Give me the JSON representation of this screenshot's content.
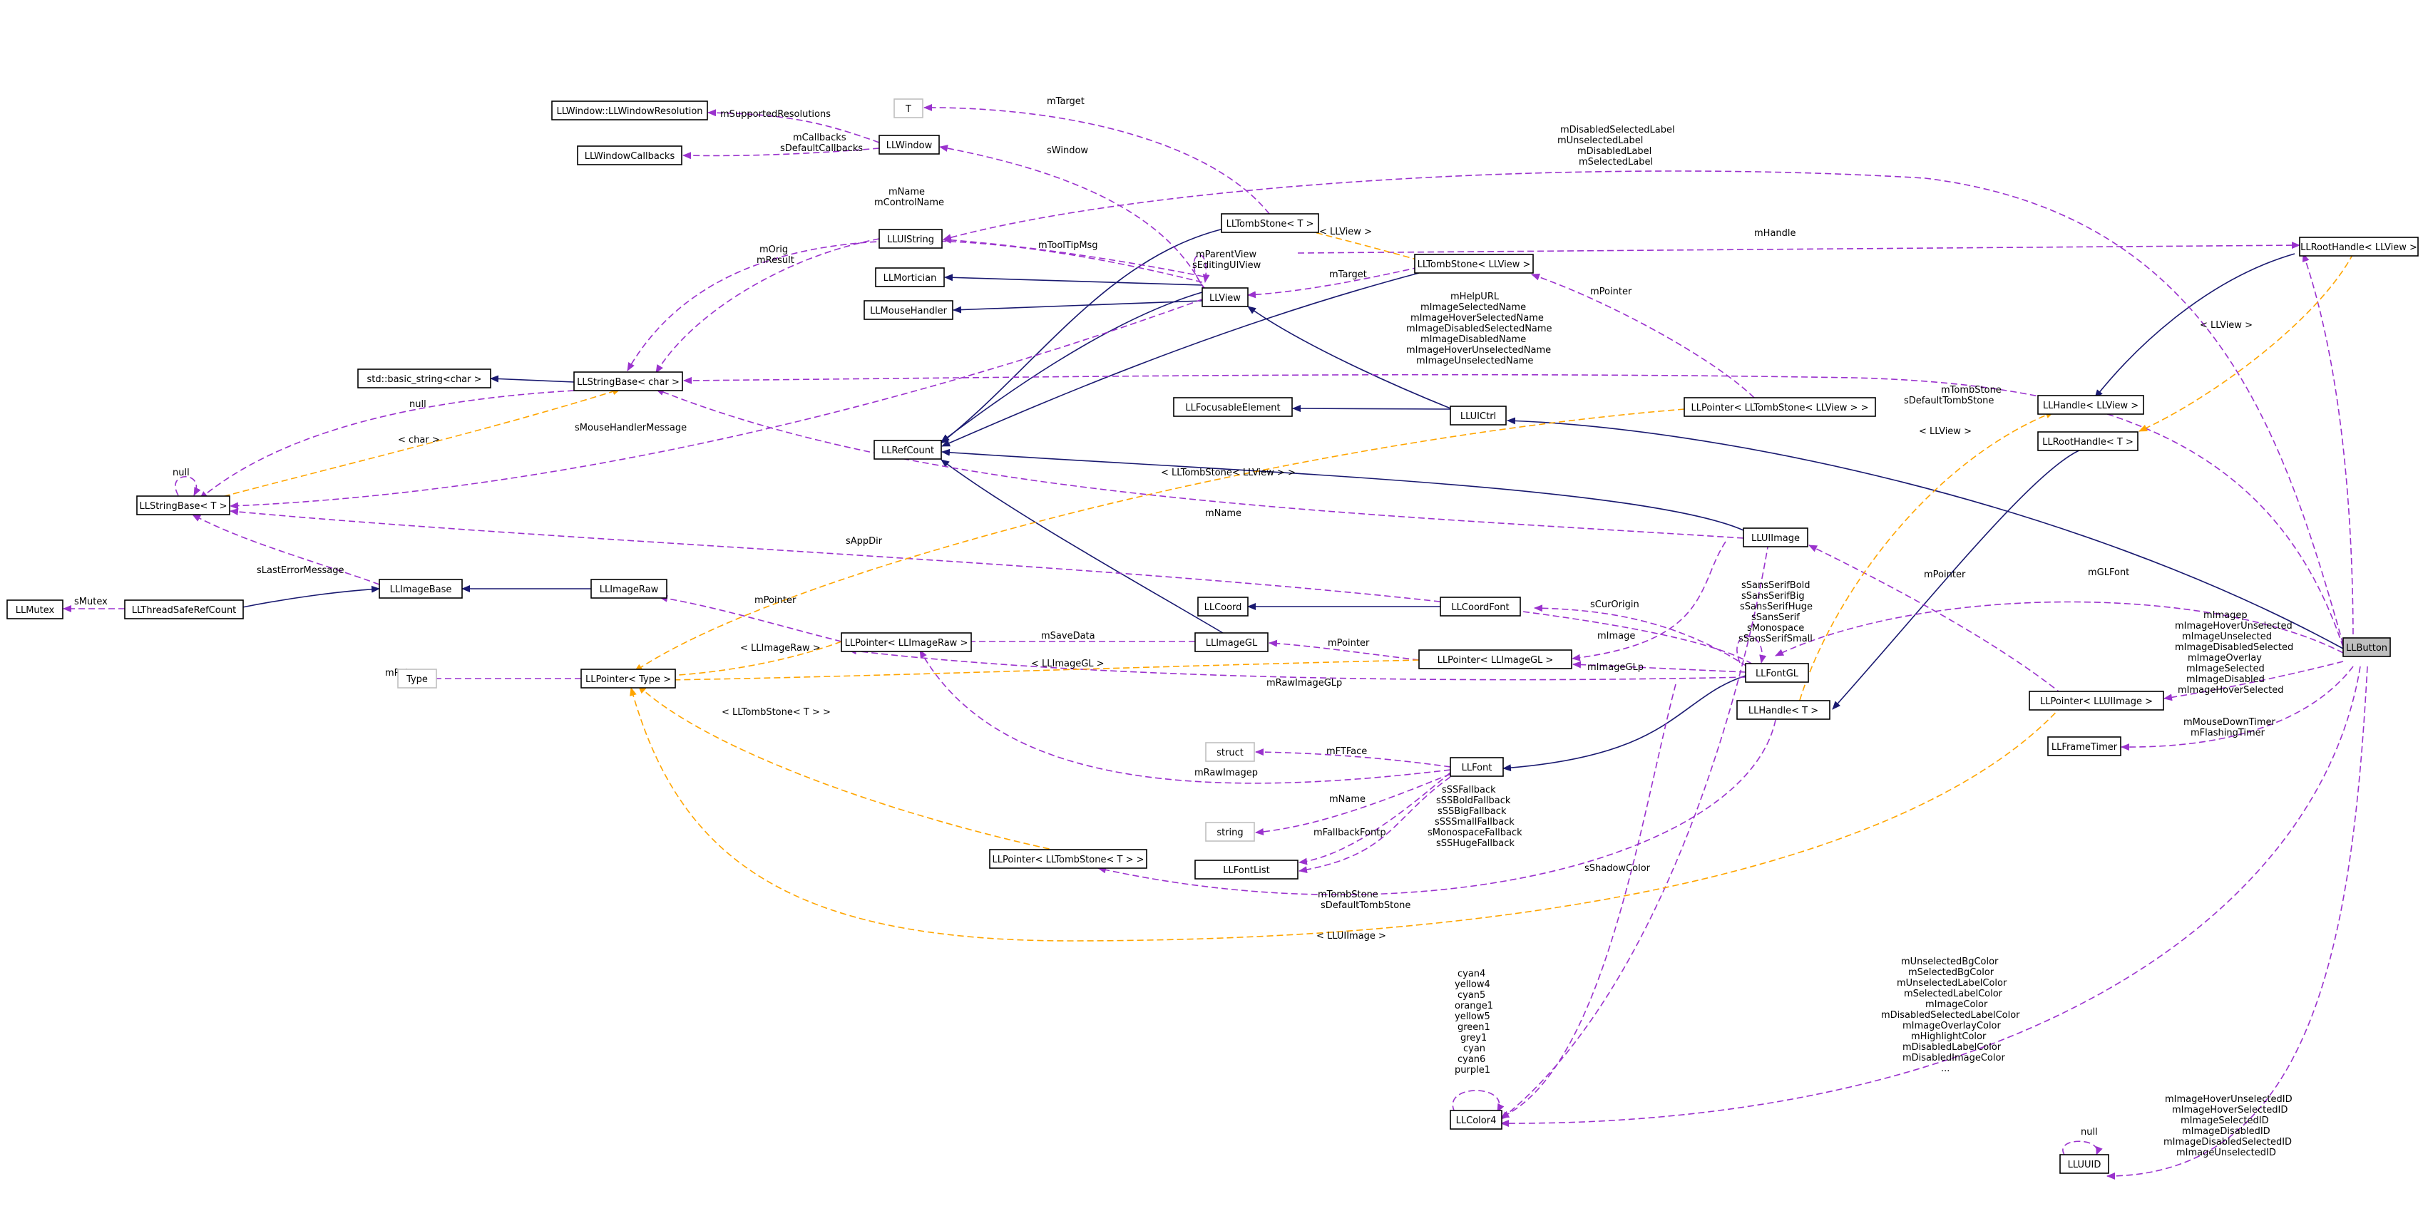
{
  "nodes": {
    "LLButton": "LLButton",
    "LLWindowResolution": "LLWindow::LLWindowResolution",
    "LLWindowCallbacks": "LLWindowCallbacks",
    "LLWindow": "LLWindow",
    "T": "T",
    "LLTombStoneT": "LLTombStone< T >",
    "LLUIString": "LLUIString",
    "LLMortician": "LLMortician",
    "LLMouseHandler": "LLMouseHandler",
    "LLView": "LLView",
    "LLTombStoneLLView": "LLTombStone< LLView >",
    "basic_string": "std::basic_string<char >",
    "LLStringBaseChar": "LLStringBase< char >",
    "LLRootHandleLLView": "LLRootHandle< LLView >",
    "LLFocusableElement": "LLFocusableElement",
    "LLUICtrl": "LLUICtrl",
    "LLPointerTombStoneLLView": "LLPointer< LLTombStone< LLView > >",
    "LLHandleLLView": "LLHandle< LLView >",
    "LLRefCount": "LLRefCount",
    "LLRootHandleT": "LLRootHandle< T >",
    "LLStringBaseT": "LLStringBase< T >",
    "LLUIImage": "LLUIImage",
    "LLMutex": "LLMutex",
    "LLThreadSafeRefCount": "LLThreadSafeRefCount",
    "LLImageBase": "LLImageBase",
    "LLImageRaw": "LLImageRaw",
    "LLCoord": "LLCoord",
    "LLCoordFont": "LLCoordFont",
    "LLPointerImageRaw": "LLPointer< LLImageRaw >",
    "LLImageGL": "LLImageGL",
    "LLPointerImageGL": "LLPointer< LLImageGL >",
    "LLFontGL": "LLFontGL",
    "Type": "Type",
    "LLPointerType": "LLPointer< Type >",
    "LLHandleT": "LLHandle< T >",
    "LLPointerUIImage": "LLPointer< LLUIImage >",
    "LLFrameTimer": "LLFrameTimer",
    "struct": "struct",
    "LLFont": "LLFont",
    "string": "string",
    "LLPointerTombStoneT": "LLPointer< LLTombStone< T > >",
    "LLFontList": "LLFontList",
    "LLColor4": "LLColor4",
    "LLUUID": "LLUUID"
  },
  "labels": {
    "mSupportedResolutions": "mSupportedResolutions",
    "mCallbacks": "mCallbacks",
    "sDefaultCallbacks": "sDefaultCallbacks",
    "mTarget1": "mTarget",
    "sWindow": "sWindow",
    "mDisabledSelectedLabel": "mDisabledSelectedLabel",
    "mUnselectedLabel": "mUnselectedLabel",
    "mDisabledLabel": "mDisabledLabel",
    "mSelectedLabel": "mSelectedLabel",
    "mName1": "mName",
    "mControlName": "mControlName",
    "llview1": "< LLView >",
    "mHandle": "mHandle",
    "mOrig": "mOrig",
    "mResult": "mResult",
    "mToolTipMsg": "mToolTipMsg",
    "mParentView": "mParentView",
    "sEditingUIView": "sEditingUIView",
    "mTarget2": "mTarget",
    "mPointer1": "mPointer",
    "llview2": "< LLView >",
    "mHelpURL": "mHelpURL",
    "mImageSelectedName": "mImageSelectedName",
    "mImageHoverSelectedName": "mImageHoverSelectedName",
    "mImageDisabledSelectedName": "mImageDisabledSelectedName",
    "mImageDisabledName": "mImageDisabledName",
    "mImageHoverUnselectedName": "mImageHoverUnselectedName",
    "mImageUnselectedName": "mImageUnselectedName",
    "null1": "null",
    "char": "< char >",
    "sMouseHandlerMessage": "sMouseHandlerMessage",
    "mTombStone1": "mTombStone",
    "sDefaultTombStone1": "sDefaultTombStone",
    "llview3": "< LLView >",
    "null2": "null",
    "llTombStoneLLView": "< LLTombStone< LLView > >",
    "mName2": "mName",
    "sAppDir": "sAppDir",
    "sLastErrorMessage": "sLastErrorMessage",
    "sMutex": "sMutex",
    "mPointer2": "mPointer",
    "mPointer3": "mPointer",
    "mGLFont": "mGLFont",
    "sCurOrigin": "sCurOrigin",
    "sSansSerifBold": "sSansSerifBold",
    "sSansSerifBig": "sSansSerifBig",
    "sSansSerifHuge": "sSansSerifHuge",
    "sSansSerif": "sSansSerif",
    "sMonospace": "sMonospace",
    "sSansSerifSmall": "sSansSerifSmall",
    "llImageRaw": "< LLImageRaw >",
    "mSaveData": "mSaveData",
    "mPointer4": "mPointer",
    "mImage": "mImage",
    "mImagep": "mImagep",
    "mImageHoverUnselected": "mImageHoverUnselected",
    "mImageUnselected": "mImageUnselected",
    "mImageDisabledSelected": "mImageDisabledSelected",
    "mImageOverlay": "mImageOverlay",
    "mImageSelected": "mImageSelected",
    "mImageDisabled": "mImageDisabled",
    "mImageHoverSelected": "mImageHoverSelected",
    "mPointer5": "mPointer",
    "llImageGL": "< LLImageGL >",
    "mImageGLp": "mImageGLp",
    "mRawImageGLp": "mRawImageGLp",
    "mMouseDownTimer": "mMouseDownTimer",
    "mFlashingTimer": "mFlashingTimer",
    "llTombStoneT": "< LLTombStone< T > >",
    "mFTFace": "mFTFace",
    "mRawImagep": "mRawImagep",
    "mName3": "mName",
    "sSSFallback": "sSSFallback",
    "sSSBoldFallback": "sSSBoldFallback",
    "sSSBigFallback": "sSSBigFallback",
    "sSSSmallFallback": "sSSSmallFallback",
    "sMonospaceFallback": "sMonospaceFallback",
    "sSSHugeFallback": "sSSHugeFallback",
    "mFallbackFontp": "mFallbackFontp",
    "sShadowColor": "sShadowColor",
    "mTombStone2": "mTombStone",
    "sDefaultTombStone2": "sDefaultTombStone",
    "llUIImage": "< LLUIImage >",
    "mUnselectedBgColor": "mUnselectedBgColor",
    "mSelectedBgColor": "mSelectedBgColor",
    "mUnselectedLabelColor": "mUnselectedLabelColor",
    "mSelectedLabelColor": "mSelectedLabelColor",
    "mImageColor": "mImageColor",
    "mDisabledSelectedLabelColor": "mDisabledSelectedLabelColor",
    "mImageOverlayColor": "mImageOverlayColor",
    "mHighlightColor": "mHighlightColor",
    "mDisabledLabelColor": "mDisabledLabelColor",
    "mDisabledImageColor": "mDisabledImageColor",
    "ellipsis": "...",
    "cyan4": "cyan4",
    "yellow4": "yellow4",
    "cyan5": "cyan5",
    "orange1": "orange1",
    "yellow5": "yellow5",
    "green1": "green1",
    "grey1": "grey1",
    "cyan": "cyan",
    "cyan6": "cyan6",
    "purple1": "purple1",
    "null3": "null",
    "mImageHoverUnselectedID": "mImageHoverUnselectedID",
    "mImageHoverSelectedID": "mImageHoverSelectedID",
    "mImageSelectedID": "mImageSelectedID",
    "mImageDisabledID": "mImageDisabledID",
    "mImageDisabledSelectedID": "mImageDisabledSelectedID",
    "mImageUnselectedID": "mImageUnselectedID"
  },
  "colors": {
    "inheritance": "#191970",
    "usage": "#9a32cd",
    "template": "#ffa500",
    "focus_fill": "#bfbfbf"
  }
}
